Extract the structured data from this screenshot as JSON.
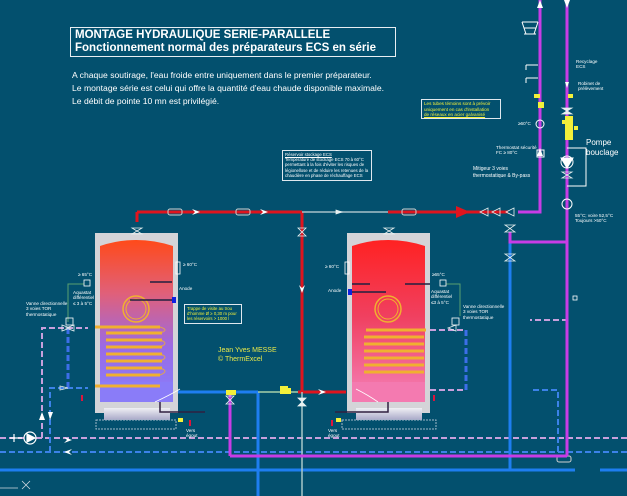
{
  "header": {
    "title": "MONTAGE HYDRAULIQUE SERIE-PARALLELE",
    "subtitle": "Fonctionnement normal des préparateurs ECS en série"
  },
  "intro": [
    "A chaque soutirage, l'eau froide entre uniquement dans le premier préparateur.",
    "Le montage série est celui qui offre la quantité d'eau chaude disponible maximale.",
    "Le débit de pointe 10 mn est privilégié."
  ],
  "notes": {
    "reservoir_stockage": [
      "Réservoir stockage ECS",
      "Température de stockage ECS 70 à 60°C",
      "permettant à la fois d'éviter les risques de",
      "légionellose et de réduire les retenues de la",
      "chaudière en phase de réchauffage ECS"
    ],
    "tubes_temoins": [
      "Les tubes témoins sont à prévoir",
      "uniquement en cas d'installation",
      "de réseaux en acier galvanisé"
    ],
    "trappe_visite": [
      "Trappe de visite au trou",
      "d'homme Ø ≥ 0,30 m pour",
      "les réservoirs > 1000 l"
    ]
  },
  "labels": {
    "recyclage": [
      "Recyclage",
      "ECS"
    ],
    "robinet_prelevement": [
      "Robinet de",
      "prélèvement"
    ],
    "temp_60": "≥60°C",
    "thermostat_securite": [
      "Thermostat sécurité",
      "FC ≥ 80°C"
    ],
    "mitigeur": [
      "Mitigeur 3 voies",
      "thermostatique & By-pass"
    ],
    "pompe_bouclage": [
      "Pompe",
      "bouclage"
    ],
    "temp_retour": [
      "55°C; voire 52,5°C",
      "Toujours >50°C"
    ],
    "left_tank_temp_top": "≥ 60°C",
    "left_tank_anode": "Anode",
    "left_aquastat_temp": "≥ 65°C",
    "left_aquastat": [
      "Aquastat",
      "différentiel",
      "≤ 3 à 5°C"
    ],
    "left_vanne": [
      "Vanne directionnelle",
      "3 voies TOR",
      "thermostatique"
    ],
    "right_tank_temp_top": "≥ 60°C",
    "right_tank_anode": "Anode",
    "right_aquastat_temp": "≥65°C",
    "right_aquastat": [
      "Aquastat",
      "différentiel",
      "≤3 à 5°C"
    ],
    "right_vanne": [
      "Vanne directionnelle",
      "3 voies TOR",
      "thermostatique"
    ],
    "vers_egout": [
      "Vers",
      "égout"
    ]
  },
  "signature": [
    "Jean Yves MESSE",
    "© ThermExcel"
  ],
  "colors": {
    "background": "#03506e",
    "hot_pipe": "#e0141e",
    "cold_pipe": "#1e7ef0",
    "recirculation": "#c83ce6",
    "primary_return": "#c8a0dc",
    "tank_shell": "#d4d4d8",
    "coil": "#f0b030",
    "label_yellow": "#f3f03a"
  }
}
